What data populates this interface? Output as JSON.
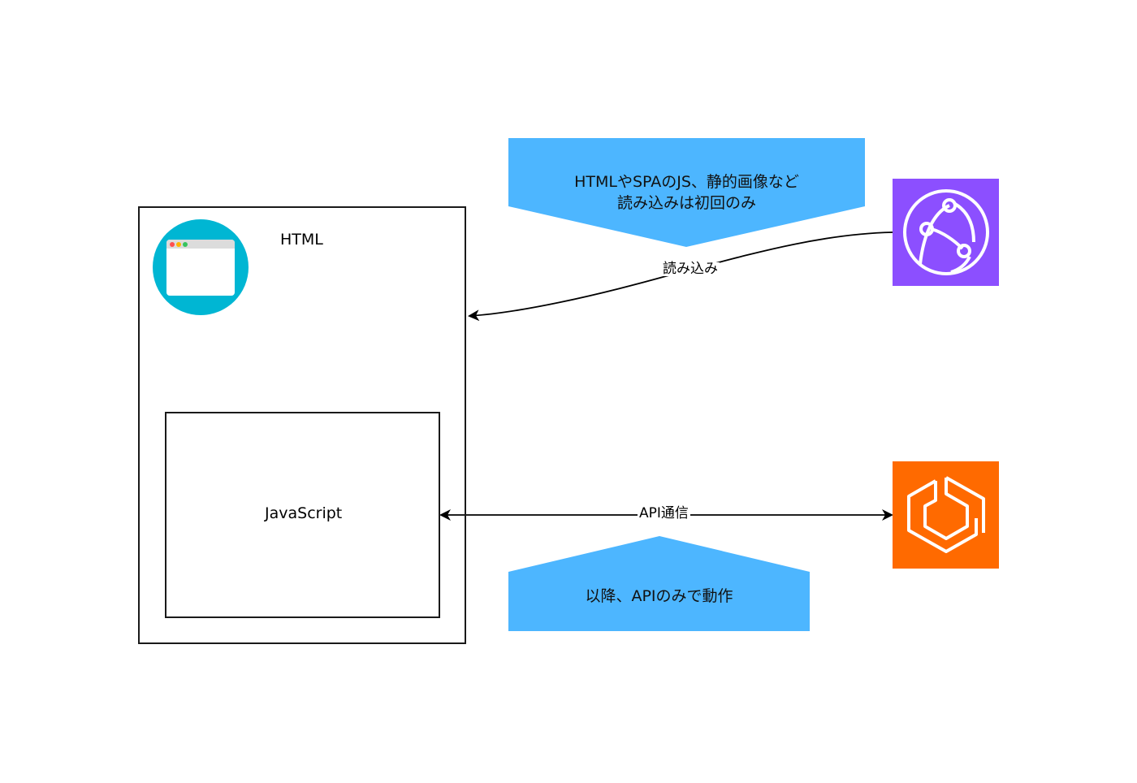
{
  "nodes": {
    "html_box": {
      "label": "HTML"
    },
    "js_box": {
      "label": "JavaScript"
    },
    "browser": {
      "icon": "browser-window-icon"
    },
    "cloudfront": {
      "icon": "aws-cloudfront-icon",
      "color": "#8c4fff"
    },
    "compute": {
      "icon": "aws-compute-icon",
      "color": "#ff6a00"
    }
  },
  "callouts": {
    "top": {
      "lines": [
        "HTMLやSPAのJS、静的画像など",
        "読み込みは初回のみ"
      ],
      "color": "#4db6ff"
    },
    "bottom": {
      "lines": [
        "以降、APIのみで動作"
      ],
      "color": "#4db6ff"
    }
  },
  "edges": {
    "load": {
      "label": "読み込み"
    },
    "api": {
      "label": "API通信"
    }
  }
}
